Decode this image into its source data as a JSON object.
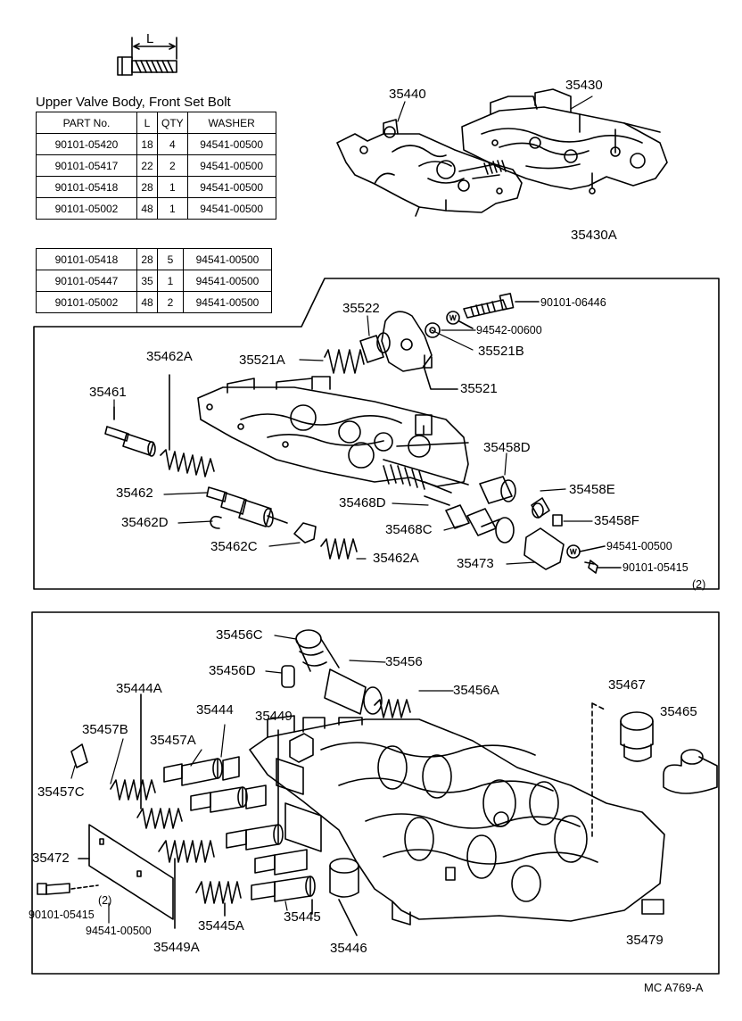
{
  "bolt_dim_label": "L",
  "table_title": "Upper Valve Body, Front Set Bolt",
  "table1": {
    "headers": [
      "PART No.",
      "L",
      "QTY",
      "WASHER"
    ],
    "rows": [
      [
        "90101-05420",
        "18",
        "4",
        "94541-00500"
      ],
      [
        "90101-05417",
        "22",
        "2",
        "94541-00500"
      ],
      [
        "90101-05418",
        "28",
        "1",
        "94541-00500"
      ],
      [
        "90101-05002",
        "48",
        "1",
        "94541-00500"
      ]
    ]
  },
  "table2": {
    "rows": [
      [
        "90101-05418",
        "28",
        "5",
        "94541-00500"
      ],
      [
        "90101-05447",
        "35",
        "1",
        "94541-00500"
      ],
      [
        "90101-05002",
        "48",
        "2",
        "94541-00500"
      ]
    ]
  },
  "labels": {
    "p35440": "35440",
    "p35430": "35430",
    "p35430A": "35430A",
    "p35522": "35522",
    "b06446": "90101-06446",
    "w00600": "94542-00600",
    "p35521A": "35521A",
    "p35521B": "35521B",
    "p35462A_top": "35462A",
    "p35521": "35521",
    "p35461": "35461",
    "p35458D": "35458D",
    "p35462": "35462",
    "p35468D": "35468D",
    "p35458E": "35458E",
    "p35462D": "35462D",
    "p35468C": "35468C",
    "p35458F": "35458F",
    "p35462C": "35462C",
    "p35462A_bot": "35462A",
    "w00500_a": "94541-00500",
    "p35473": "35473",
    "b05415_a": "90101-05415",
    "qty2_a": "(2)",
    "p35456C": "35456C",
    "p35456": "35456",
    "p35456D": "35456D",
    "p35444A": "35444A",
    "p35456A": "35456A",
    "p35467": "35467",
    "p35444": "35444",
    "p35449": "35449",
    "p35465": "35465",
    "p35457B": "35457B",
    "p35457A": "35457A",
    "p35457C": "35457C",
    "p35472": "35472",
    "b05415_b": "90101-05415",
    "qty2_b": "(2)",
    "w00500_b": "94541-00500",
    "p35445A": "35445A",
    "p35445": "35445",
    "p35449A": "35449A",
    "p35446": "35446",
    "p35479": "35479",
    "footer": "MC  A769-A"
  }
}
